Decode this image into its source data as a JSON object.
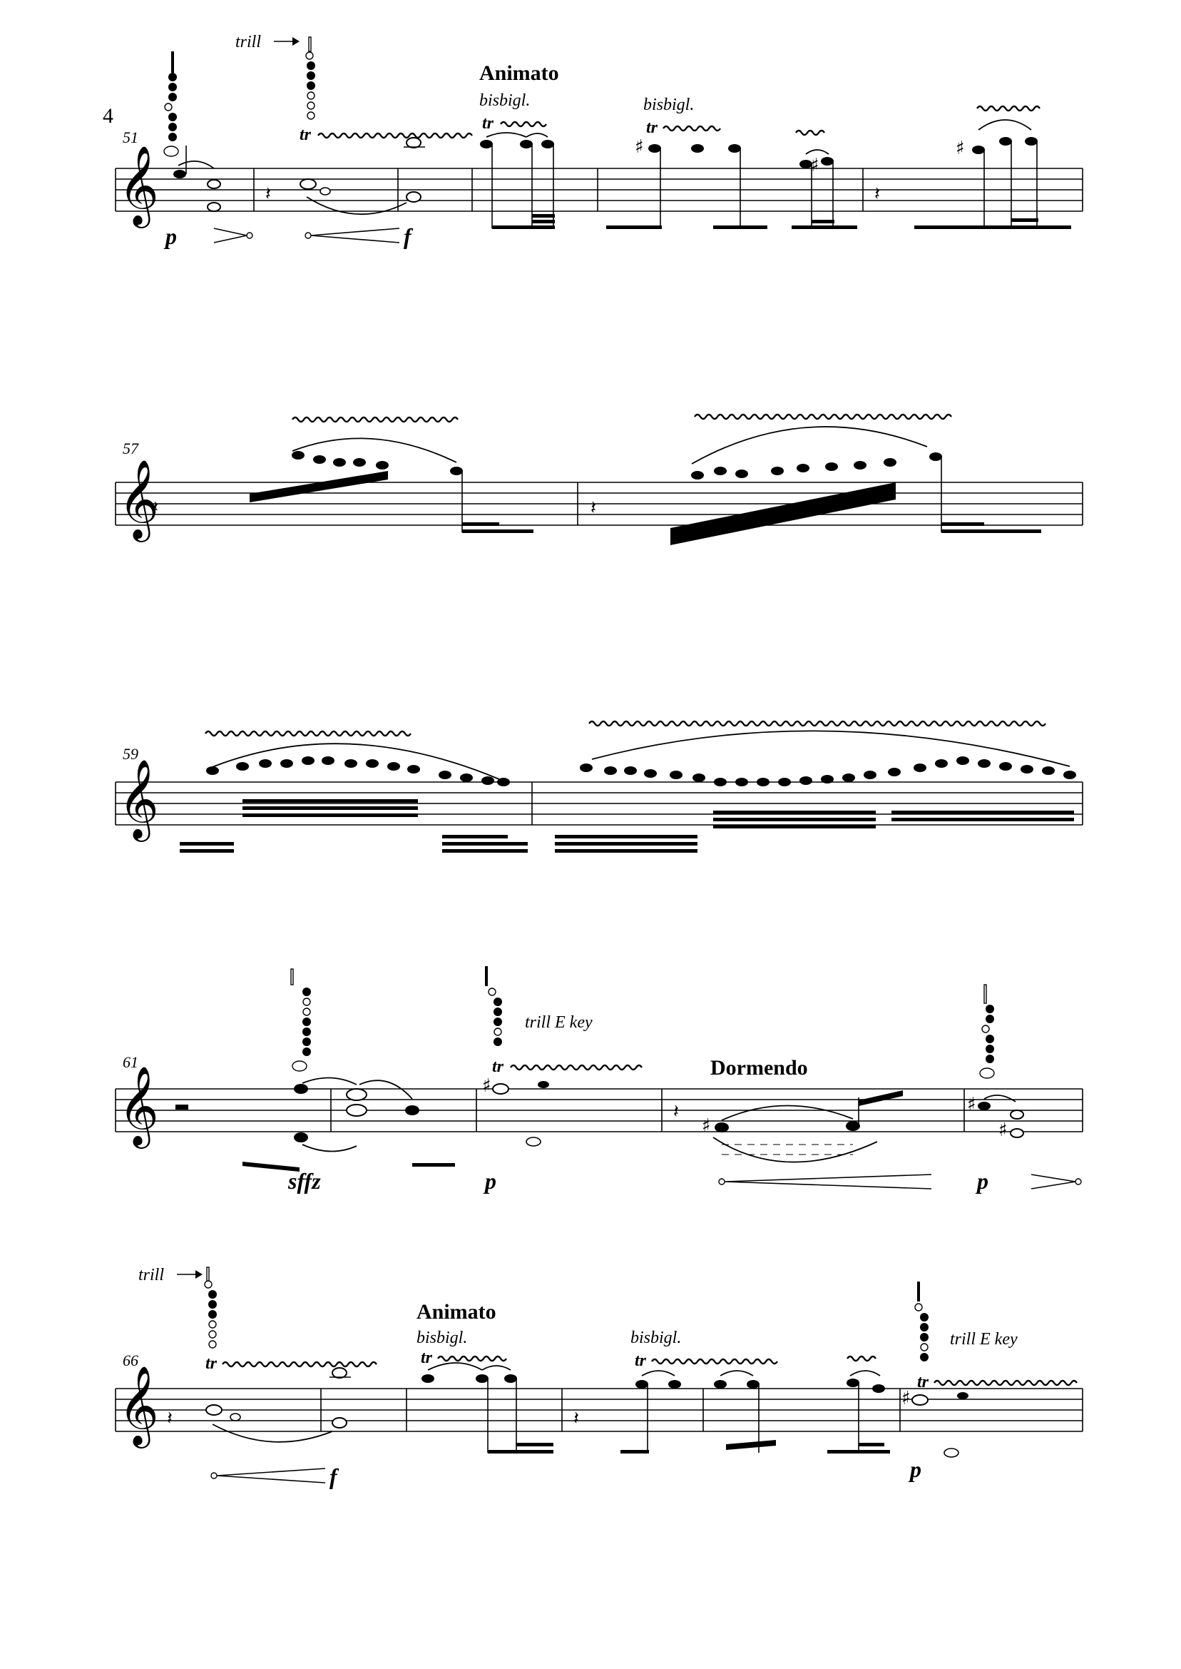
{
  "page_number": "4",
  "systems": [
    {
      "measure_number": "51",
      "annotations": {
        "trill_label": "trill",
        "tempo": "Animato",
        "technique_1": "bisbigl.",
        "technique_2": "bisbigl.",
        "trill_mark": "tr",
        "dynamic_start": "p",
        "dynamic_end": "f"
      }
    },
    {
      "measure_number": "57",
      "annotations": {}
    },
    {
      "measure_number": "59",
      "annotations": {}
    },
    {
      "measure_number": "61",
      "annotations": {
        "trill_key": "trill E key",
        "tempo": "Dormendo",
        "trill_mark": "tr",
        "dynamic_1": "sffz",
        "dynamic_2": "p",
        "dynamic_3": "p"
      }
    },
    {
      "measure_number": "66",
      "annotations": {
        "trill_label": "trill",
        "tempo": "Animato",
        "technique_1": "bisbigl.",
        "technique_2": "bisbigl.",
        "trill_mark": "tr",
        "trill_key": "trill E key",
        "dynamic_1": "f",
        "dynamic_2": "p"
      }
    }
  ],
  "colors": {
    "ink": "#000000",
    "paper": "#ffffff"
  },
  "icons": [
    "treble-clef-icon",
    "fingering-diagram-icon",
    "trill-arrow-icon"
  ]
}
